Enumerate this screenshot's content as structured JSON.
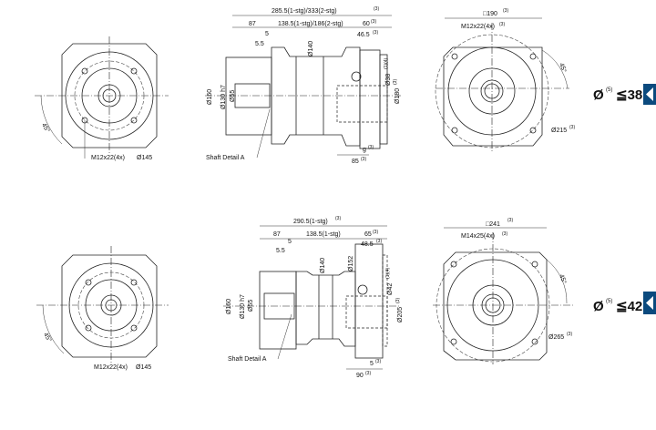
{
  "top": {
    "front": {
      "thread": "M12x22(4x)",
      "pcd": "Ø145",
      "angle": "45°"
    },
    "side": {
      "overall": "285.5(1-stg)/333(2-stg)",
      "overall_note": "(3)",
      "d87": "87",
      "body": "138.5(1-stg)/186(2-stg)",
      "d60": "60",
      "d60_note": "(3)",
      "d5": "5",
      "d5_5": "5.5",
      "d46_5": "46.5",
      "d46_5_note": "(3)",
      "d140": "Ø140",
      "d160": "Ø160",
      "d130": "Ø130 h7",
      "d55": "Ø55",
      "d38": "Ø38",
      "d38_note": "(1)(4)",
      "d180": "Ø180",
      "d180_note": "(3)",
      "g": "g",
      "g_note": "(3)",
      "d85": "85",
      "d85_note": "(3)",
      "shaft": "Shaft Detail A"
    },
    "motor": {
      "square": "□190",
      "square_note": "(3)",
      "thread": "M12x22(4x)",
      "thread_note": "(3)",
      "angle": "45°",
      "pcd": "Ø215",
      "pcd_note": "(3)"
    },
    "spec": {
      "symbol": "Ø",
      "note": "(5)",
      "value": "≦38"
    }
  },
  "bottom": {
    "front": {
      "thread": "M12x22(4x)",
      "pcd": "Ø145",
      "angle": "45°"
    },
    "side": {
      "overall": "290.5(1-stg)",
      "overall_note": "(3)",
      "d87": "87",
      "body": "138.5(1-stg)",
      "d65": "65",
      "d65_note": "(3)",
      "d5": "5",
      "d5_5": "5.5",
      "d48_5": "48.5",
      "d48_5_note": "(3)",
      "d140": "Ø140",
      "d152": "Ø152",
      "d160": "Ø160",
      "d130": "Ø130 h7",
      "d55": "Ø55",
      "d42": "Ø42",
      "d42_note": "(1)(4)",
      "d205": "Ø205",
      "d205_note": "(3)",
      "d5b": "5",
      "d5b_note": "(3)",
      "d90": "90",
      "d90_note": "(3)",
      "shaft": "Shaft Detail A"
    },
    "motor": {
      "square": "□241",
      "square_note": "(3)",
      "thread": "M14x25(4x)",
      "thread_note": "(3)",
      "angle": "45°",
      "pcd": "Ø265",
      "pcd_note": "(3)"
    },
    "spec": {
      "symbol": "Ø",
      "note": "(5)",
      "value": "≦42"
    }
  },
  "colors": {
    "tile": "#0b4a7e"
  }
}
